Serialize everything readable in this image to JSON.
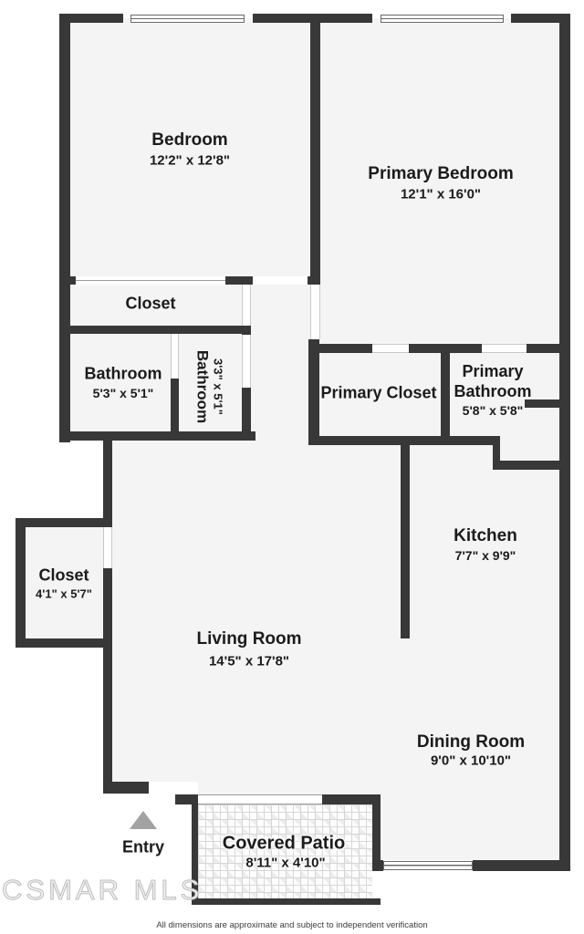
{
  "plan": {
    "rooms": {
      "bedroom": {
        "name": "Bedroom",
        "dims": "12'2\" x 12'8\""
      },
      "primary_bedroom": {
        "name": "Primary Bedroom",
        "dims": "12'1\" x 16'0\""
      },
      "closet_top": {
        "name": "Closet"
      },
      "bathroom": {
        "name": "Bathroom",
        "dims": "5'3\" x 5'1\""
      },
      "bathroom_small": {
        "name": "Bathroom",
        "dims": "3'3\" x 5'1\""
      },
      "primary_closet": {
        "name": "Primary Closet"
      },
      "primary_bathroom": {
        "name_line1": "Primary",
        "name_line2": "Bathroom",
        "dims": "5'8\" x 5'8\""
      },
      "kitchen": {
        "name": "Kitchen",
        "dims": "7'7\" x 9'9\""
      },
      "closet_left": {
        "name": "Closet",
        "dims": "4'1\" x 5'7\""
      },
      "living_room": {
        "name": "Living Room",
        "dims": "14'5\" x 17'8\""
      },
      "dining_room": {
        "name": "Dining Room",
        "dims": "9'0\" x 10'10\""
      },
      "covered_patio": {
        "name": "Covered Patio",
        "dims": "8'11\" x 4'10\""
      }
    },
    "entry_label": "Entry",
    "watermark": "CSMAR MLS",
    "disclaimer": "All dimensions are approximate and subject to independent verification",
    "colors": {
      "wall": "#383838",
      "floor": "#f4f4f4",
      "entry_arrow": "#a2a2a2",
      "watermark_outline": "#bdbdbd"
    }
  }
}
